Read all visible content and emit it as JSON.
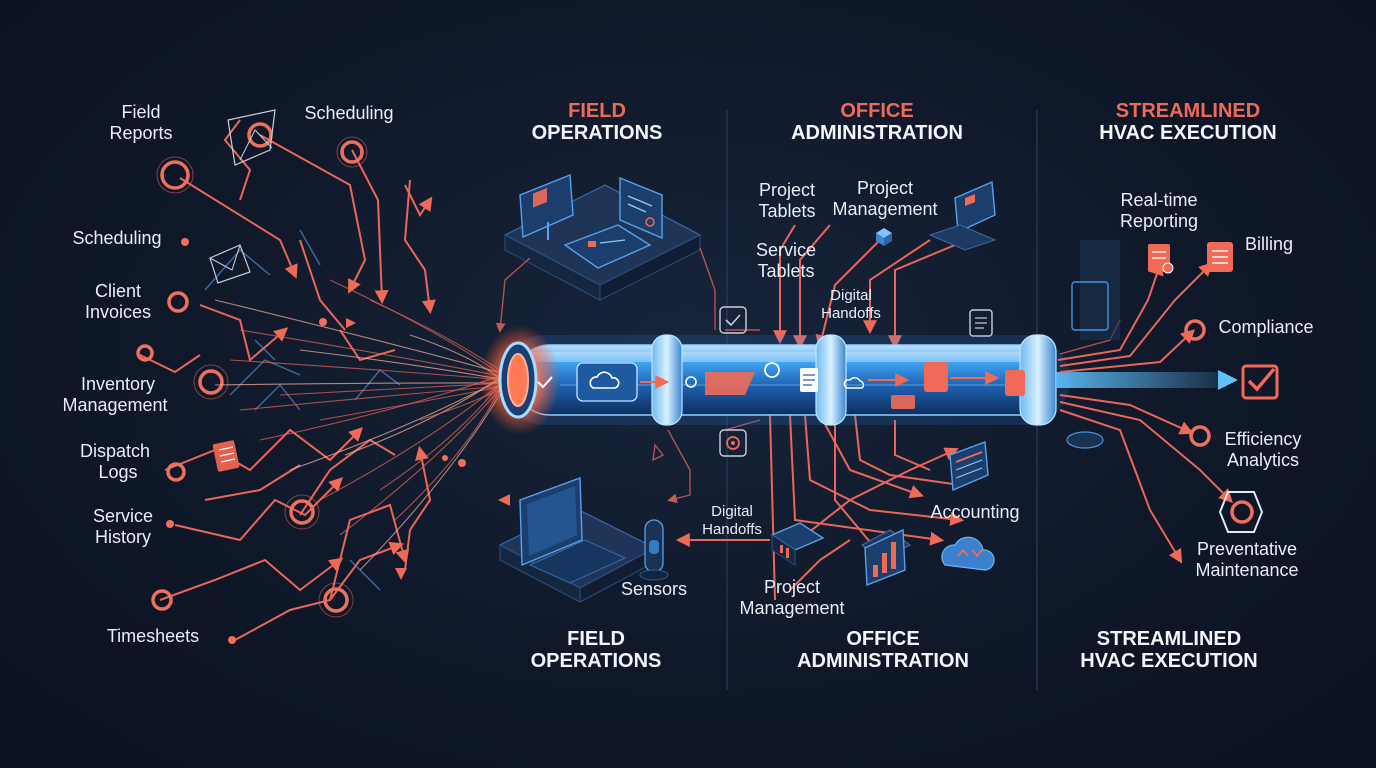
{
  "left_sources": [
    {
      "id": "field-reports",
      "lines": [
        "Field",
        "Reports"
      ]
    },
    {
      "id": "scheduling-top",
      "lines": [
        "Scheduling"
      ]
    },
    {
      "id": "scheduling",
      "lines": [
        "Scheduling"
      ]
    },
    {
      "id": "client-invoices",
      "lines": [
        "Client",
        "Invoices"
      ]
    },
    {
      "id": "inventory-management",
      "lines": [
        "Inventory",
        "Management"
      ]
    },
    {
      "id": "dispatch-logs",
      "lines": [
        "Dispatch",
        "Logs"
      ]
    },
    {
      "id": "service-history",
      "lines": [
        "Service",
        "History"
      ]
    },
    {
      "id": "timesheets",
      "lines": [
        "Timesheets"
      ]
    }
  ],
  "section_headers_top": [
    {
      "id": "field-operations",
      "line1": "FIELD",
      "line2": "OPERATIONS"
    },
    {
      "id": "office-administration",
      "line1": "OFFICE",
      "line2": "ADMINISTRATION"
    },
    {
      "id": "streamlined-execution",
      "line1": "STREAMLINED",
      "line2": "HVAC EXECUTION"
    }
  ],
  "section_headers_bottom": [
    {
      "id": "field-operations",
      "line1": "FIELD",
      "line2": "OPERATIONS"
    },
    {
      "id": "office-administration",
      "line1": "OFFICE",
      "line2": "ADMINISTRATION"
    },
    {
      "id": "streamlined-execution",
      "line1": "STREAMLINED",
      "line2": "HVAC EXECUTION"
    }
  ],
  "middle_labels": [
    {
      "id": "project-tablets",
      "lines": [
        "Project",
        "Tablets"
      ]
    },
    {
      "id": "project-management-top",
      "lines": [
        "Project",
        "Management"
      ]
    },
    {
      "id": "service-tablets",
      "lines": [
        "Service",
        "Tablets"
      ]
    },
    {
      "id": "digital-handoffs-top",
      "lines": [
        "Digital",
        "Handoffs"
      ]
    },
    {
      "id": "digital-handoffs-bottom",
      "lines": [
        "Digital",
        "Handoffs"
      ]
    },
    {
      "id": "sensors",
      "lines": [
        "Sensors"
      ]
    },
    {
      "id": "project-management-bottom",
      "lines": [
        "Project",
        "Management"
      ]
    },
    {
      "id": "accounting",
      "lines": [
        "Accounting"
      ]
    }
  ],
  "right_outputs": [
    {
      "id": "real-time-reporting",
      "lines": [
        "Real-time",
        "Reporting"
      ]
    },
    {
      "id": "billing",
      "lines": [
        "Billing"
      ]
    },
    {
      "id": "compliance",
      "lines": [
        "Compliance"
      ]
    },
    {
      "id": "efficiency-analytics",
      "lines": [
        "Efficiency",
        "Analytics"
      ]
    },
    {
      "id": "preventative-maintenance",
      "lines": [
        "Preventative",
        "Maintenance"
      ]
    }
  ],
  "colors": {
    "accent": "#f0705e",
    "pipe": "#4fb0ff",
    "background": "#0f1829"
  }
}
